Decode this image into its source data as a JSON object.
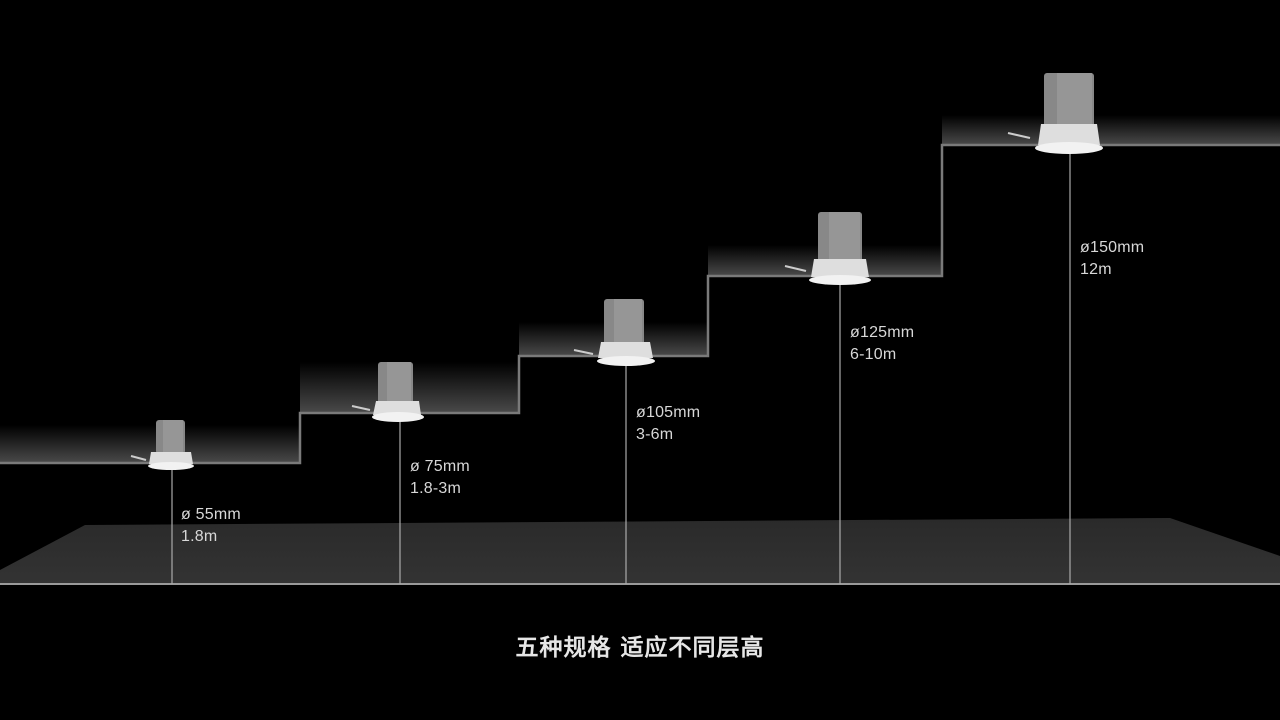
{
  "caption": "五种规格 适应不同层高",
  "colors": {
    "background": "#000000",
    "floor": "#2e2e2e",
    "outline": "#7a7a7a",
    "text": "#d8d8d8",
    "lamp_body": "#8a8a8a",
    "lamp_trim": "#e8e8e8"
  },
  "specs": [
    {
      "diameter": "ø 55mm",
      "height": "1.8m"
    },
    {
      "diameter": "ø 75mm",
      "height": "1.8-3m"
    },
    {
      "diameter": "ø105mm",
      "height": "3-6m"
    },
    {
      "diameter": "ø125mm",
      "height": "6-10m"
    },
    {
      "diameter": "ø150mm",
      "height": "12m"
    }
  ]
}
